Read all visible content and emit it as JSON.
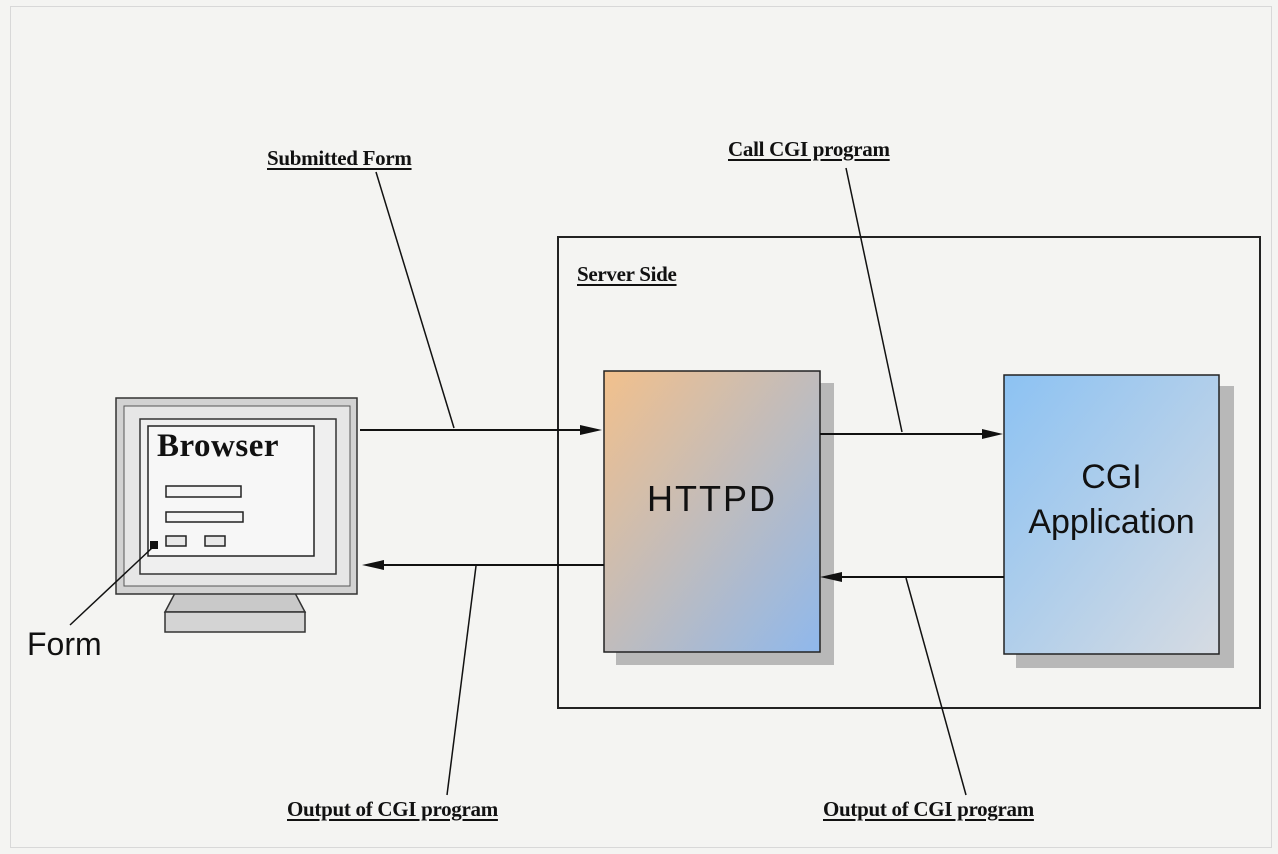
{
  "labels": {
    "submitted_form": "Submitted Form",
    "call_cgi": "Call CGI program",
    "server_side": "Server Side",
    "output_left": "Output of CGI program",
    "output_right": "Output of CGI program",
    "form": "Form"
  },
  "boxes": {
    "browser": "Browser",
    "httpd": "HTTPD",
    "cgi_line1": "CGI",
    "cgi_line2": "Application"
  },
  "colors": {
    "httpd_gradient_start": "#f2c08c",
    "httpd_gradient_end": "#8fb8ec",
    "cgi_gradient_start": "#8cc2f3",
    "cgi_gradient_end": "#d6dbe2",
    "shadow": "#b8b8b8",
    "line": "#111111"
  }
}
